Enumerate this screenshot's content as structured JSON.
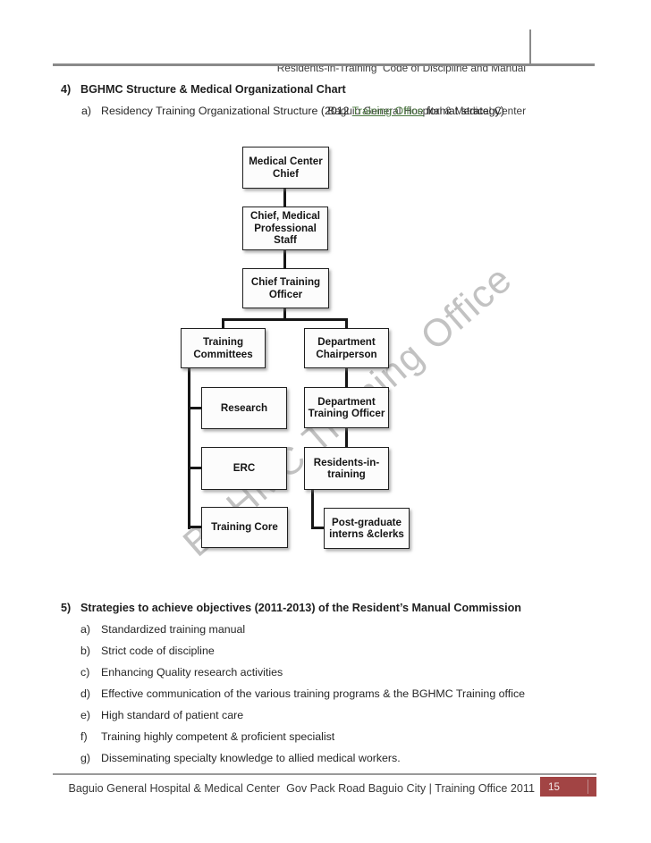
{
  "header": {
    "line1": "Residents-in-Training  Code of Discipline and Manual",
    "line2": "Baguio General Hospital & Medical Center"
  },
  "section4": {
    "number": "4)",
    "title": "BGHMC Structure & Medical Organizational Chart",
    "item_a": {
      "label": "a)",
      "pre": "Residency Training Organizational Structure (2012 ",
      "link": "Training Office",
      "post": " format strategy)"
    }
  },
  "org_chart": {
    "watermark": "BGHMC Training Office",
    "nodes": {
      "medical_center_chief": "Medical Center Chief",
      "chief_medical_professional_staff": "Chief, Medical Professional Staff",
      "chief_training_officer": "Chief Training Officer",
      "training_committees": "Training Committees",
      "department_chairperson": "Department Chairperson",
      "research": "Research",
      "department_training_officer": "Department Training Officer",
      "erc": "ERC",
      "residents_in_training": "Residents-in-training",
      "training_core": "Training Core",
      "post_graduate_interns_clerks": "Post-graduate interns &clerks"
    },
    "edges": [
      [
        "Medical Center Chief",
        "Chief, Medical Professional Staff"
      ],
      [
        "Chief, Medical Professional Staff",
        "Chief Training Officer"
      ],
      [
        "Chief Training Officer",
        "Training Committees"
      ],
      [
        "Chief Training Officer",
        "Department Chairperson"
      ],
      [
        "Training Committees",
        "Research"
      ],
      [
        "Training Committees",
        "ERC"
      ],
      [
        "Training Committees",
        "Training Core"
      ],
      [
        "Department Chairperson",
        "Department Training Officer"
      ],
      [
        "Department Training Officer",
        "Residents-in-training"
      ],
      [
        "Residents-in-training",
        "Post-graduate interns &clerks"
      ]
    ]
  },
  "section5": {
    "number": "5)",
    "title": "Strategies to achieve objectives (2011-2013) of the Resident’s Manual Commission",
    "items": [
      {
        "label": "a)",
        "text": "Standardized training manual"
      },
      {
        "label": "b)",
        "text": "Strict code of discipline"
      },
      {
        "label": "c)",
        "text": "Enhancing Quality research activities"
      },
      {
        "label": "d)",
        "text": "Effective communication of the various training programs & the BGHMC Training office"
      },
      {
        "label": "e)",
        "text": "High standard of patient care"
      },
      {
        "label": "f)",
        "text": "Training highly competent & proficient specialist"
      },
      {
        "label": "g)",
        "text": "Disseminating specialty knowledge to allied medical workers."
      }
    ]
  },
  "footer": {
    "text": "Baguio General Hospital & Medical Center  Gov Pack Road Baguio City | Training Office 2011",
    "page_number": "15"
  },
  "colors": {
    "link_green": "#4d7a42",
    "page_badge_red": "#a24444",
    "rule_gray": "#8a8a8a",
    "watermark_gray": "#c2c2c2"
  }
}
